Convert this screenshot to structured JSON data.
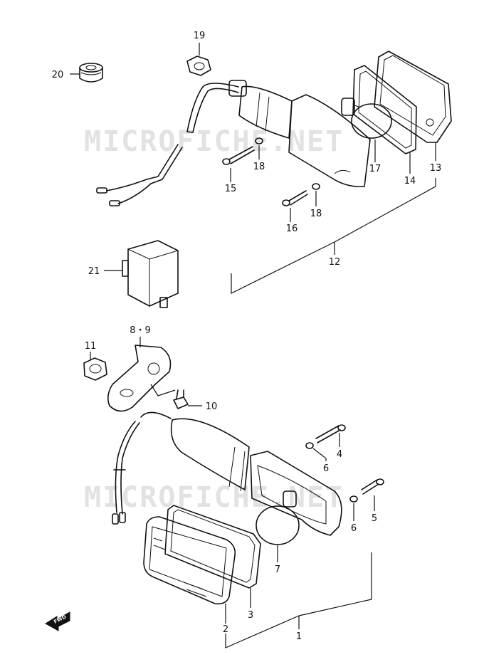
{
  "watermark": "MICROFICHE.NET",
  "fwd_label": "FWD",
  "callouts": {
    "c1": "1",
    "c2": "2",
    "c3": "3",
    "c4": "4",
    "c5": "5",
    "c6a": "6",
    "c6b": "6",
    "c7": "7",
    "c8_9": "8・9",
    "c10": "10",
    "c11": "11",
    "c12": "12",
    "c13": "13",
    "c14": "14",
    "c15": "15",
    "c16": "16",
    "c17": "17",
    "c18a": "18",
    "c18b": "18",
    "c19": "19",
    "c20": "20",
    "c21": "21"
  }
}
